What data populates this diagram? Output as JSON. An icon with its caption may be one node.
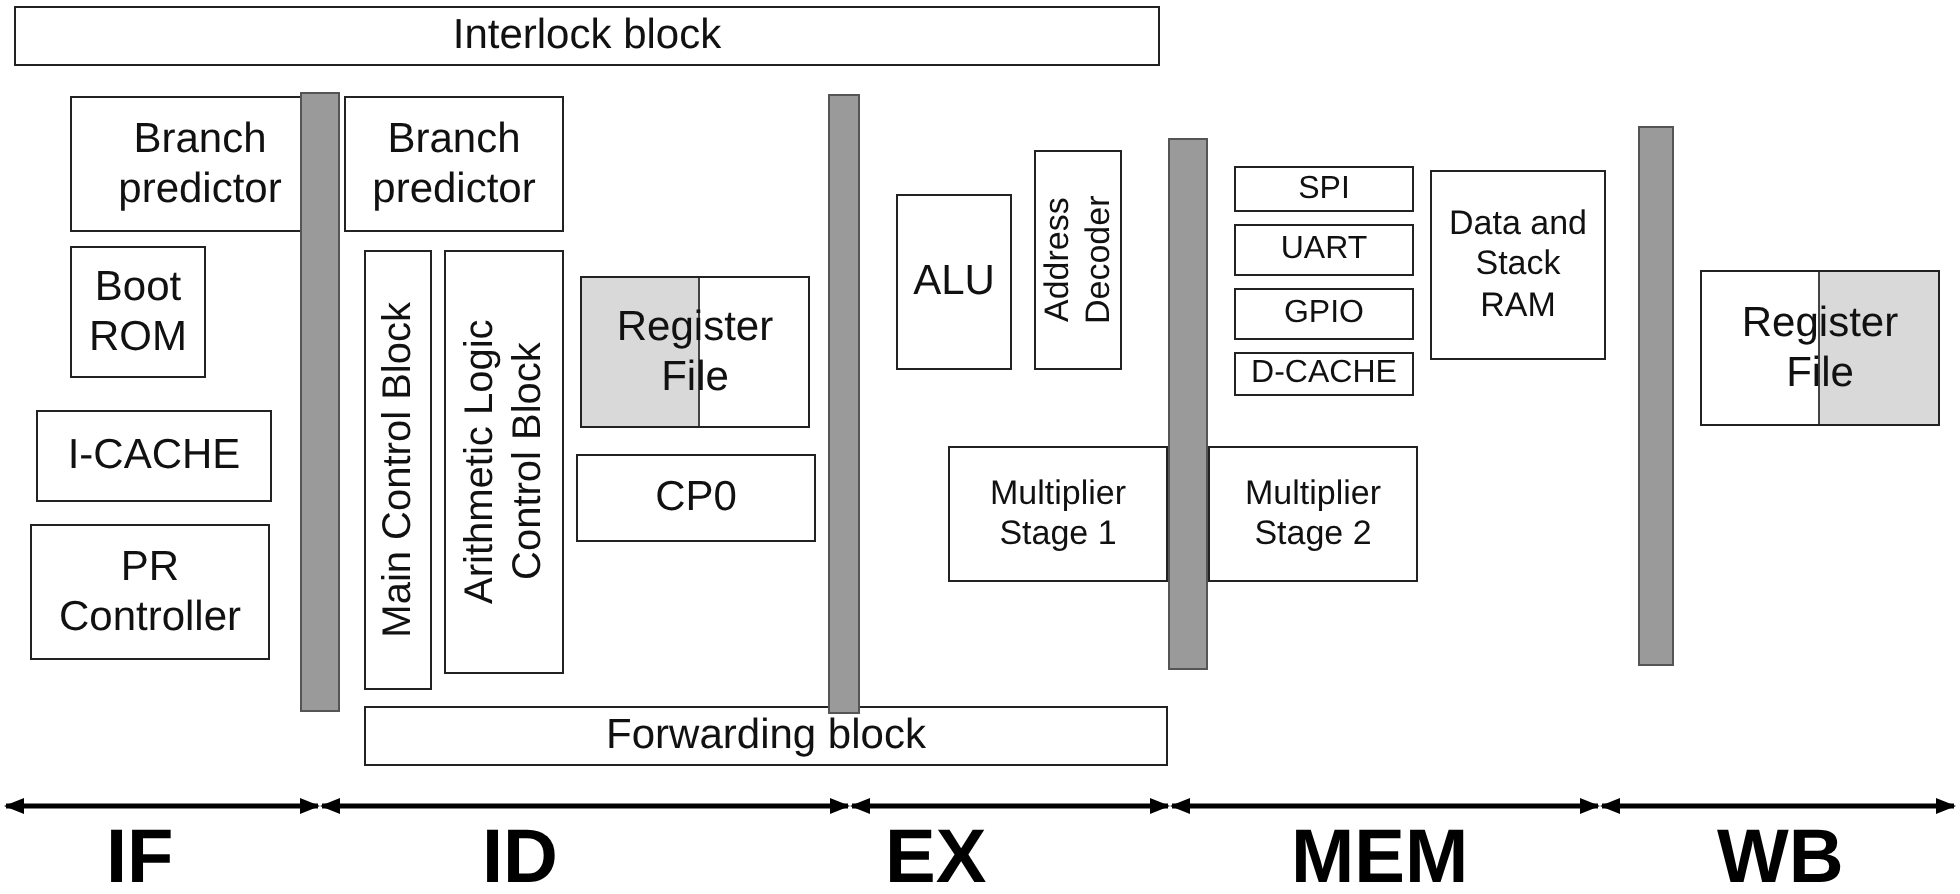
{
  "diagram": {
    "nodes": [
      {
        "text": [
          "Interlock block"
        ]
      },
      {
        "text": [
          "Branch predictor"
        ]
      },
      {
        "text": [
          "Boot ROM"
        ]
      },
      {
        "text": [
          "I-CACHE"
        ]
      },
      {
        "text": [
          "PR Controller"
        ]
      },
      {
        "text": [],
        "shape": "bar"
      },
      {
        "text": [
          "Branch predictor"
        ]
      },
      {
        "text": [
          "Main Control Block"
        ]
      },
      {
        "text": [
          "Arithmetic Logic Control Block"
        ]
      },
      {
        "text": [
          "Register File"
        ]
      },
      {
        "text": [
          "CP0"
        ]
      },
      {
        "text": [
          "Forwarding block"
        ]
      },
      {
        "text": [],
        "shape": "bar"
      },
      {
        "text": [
          "ALU"
        ]
      },
      {
        "text": [
          "Address Decoder"
        ]
      },
      {
        "text": [
          "Multiplier Stage 1"
        ]
      },
      {
        "text": [],
        "shape": "bar"
      },
      {
        "text": [
          "SPI"
        ]
      },
      {
        "text": [
          "UART"
        ]
      },
      {
        "text": [
          "GPIO"
        ]
      },
      {
        "text": [
          "D-CACHE"
        ]
      },
      {
        "text": [
          "Multiplier Stage 2"
        ]
      },
      {
        "text": [
          "Data and Stack RAM"
        ]
      },
      {
        "text": [],
        "shape": "bar"
      },
      {
        "text": [
          "Register File"
        ]
      }
    ],
    "labels": [
      "IF",
      "ID",
      "EX",
      "MEM",
      "WB"
    ]
  }
}
